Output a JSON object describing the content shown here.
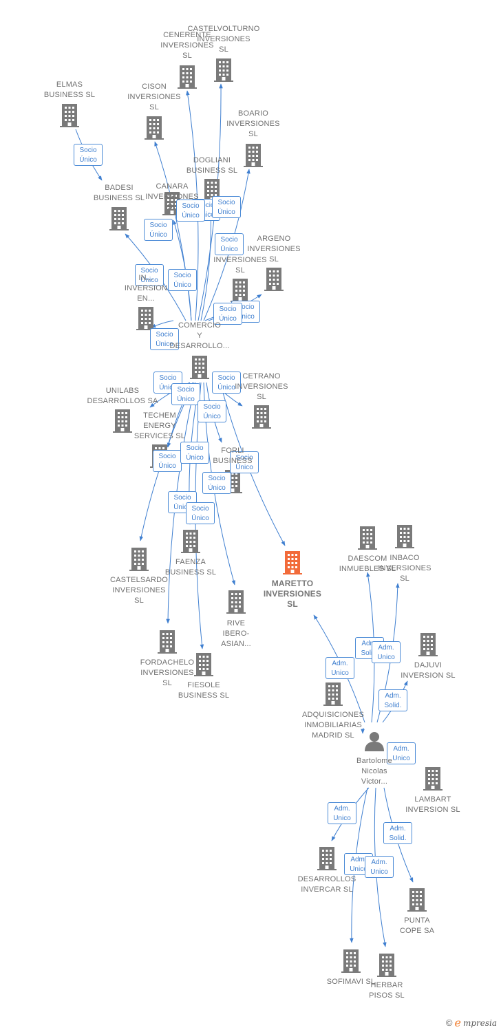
{
  "colors": {
    "edge": "#3f7fd0",
    "building": "#7a7a7a",
    "building_main": "#f26b3a",
    "badge_border": "#4a8ad6",
    "label": "#6f6f6f"
  },
  "nodes": [
    {
      "id": "castelvolturno",
      "type": "company",
      "label": "CASTELVOLTURNO\nINVERSIONES\nSL"
    },
    {
      "id": "cenerente",
      "type": "company",
      "label": "CENERENTE\nINVERSIONES\nSL"
    },
    {
      "id": "elmas",
      "type": "company",
      "label": "ELMAS\nBUSINESS SL"
    },
    {
      "id": "cison",
      "type": "company",
      "label": "CISON\nINVERSIONES\nSL"
    },
    {
      "id": "boario",
      "type": "company",
      "label": "BOARIO\nINVERSIONES\nSL"
    },
    {
      "id": "dogliani",
      "type": "company",
      "label": "DOGLIANI\nBUSINESS SL"
    },
    {
      "id": "badesi",
      "type": "company",
      "label": "BADESI\nBUSINESS SL"
    },
    {
      "id": "canara",
      "type": "company",
      "label": "CANARA\nINVERSIONES\nSL"
    },
    {
      "id": "argeno",
      "type": "company",
      "label": "ARGENO\nINVERSIONES\nSL"
    },
    {
      "id": "inversiones_mid",
      "type": "company",
      "label": "INVERSIONES\nSL"
    },
    {
      "id": "inversion_en",
      "type": "company",
      "label": "IN...\nINVERSION\nEN..."
    },
    {
      "id": "comercio",
      "type": "company",
      "label": "COMERCIO\nY\nDESARROLLO..."
    },
    {
      "id": "unilabs",
      "type": "company",
      "label": "UNILABS\nDESARROLLOS SA"
    },
    {
      "id": "cetrano",
      "type": "company",
      "label": "CETRANO\nINVERSIONES\nSL"
    },
    {
      "id": "techem",
      "type": "company",
      "label": "TECHEM\nENERGY\nSERVICES SL"
    },
    {
      "id": "forli",
      "type": "company",
      "label": "FORLI\nBUSINESS"
    },
    {
      "id": "castelsardo",
      "type": "company",
      "label": "CASTELSARDO\nINVERSIONES\nSL"
    },
    {
      "id": "faenza",
      "type": "company",
      "label": "FAENZA\nBUSINESS SL"
    },
    {
      "id": "rive",
      "type": "company",
      "label": "RIVE\nIBERO-\nASIAN..."
    },
    {
      "id": "fordachelo",
      "type": "company",
      "label": "FORDACHELO\nINVERSIONES\nSL"
    },
    {
      "id": "fiesole",
      "type": "company",
      "label": "FIESOLE\nBUSINESS SL"
    },
    {
      "id": "maretto",
      "type": "main",
      "label": "MARETTO\nINVERSIONES\nSL"
    },
    {
      "id": "daescom",
      "type": "company",
      "label": "DAESCOM\nINMUEBLES SL"
    },
    {
      "id": "inbaco",
      "type": "company",
      "label": "INBACO\nINVERSIONES\nSL"
    },
    {
      "id": "dajuvi",
      "type": "company",
      "label": "DAJUVI\nINVERSION SL"
    },
    {
      "id": "adquisiciones",
      "type": "company",
      "label": "ADQUISICIONES\nINMOBILIARIAS\nMADRID SL"
    },
    {
      "id": "bartolome",
      "type": "person",
      "label": "Bartolome\nNicolas\nVictor..."
    },
    {
      "id": "lambart",
      "type": "company",
      "label": "LAMBART\nINVERSION SL"
    },
    {
      "id": "desarrollos_invercar",
      "type": "company",
      "label": "DESARROLLOS\nINVERCAR SL"
    },
    {
      "id": "punta_cope",
      "type": "company",
      "label": "PUNTA\nCOPE SA"
    },
    {
      "id": "sofimavi",
      "type": "company",
      "label": "SOFIMAVI SL"
    },
    {
      "id": "herbar",
      "type": "company",
      "label": "HERBAR\nPISOS SL"
    }
  ],
  "edges": [
    {
      "from": "comercio",
      "to": "cenerente",
      "label": "Socio\nÚnico"
    },
    {
      "from": "comercio",
      "to": "castelvolturno",
      "label": "Socio\nÚnico"
    },
    {
      "from": "elmas",
      "to": "badesi",
      "label": "Socio\nÚnico"
    },
    {
      "from": "comercio",
      "to": "cison",
      "label": "Socio\nÚnico"
    },
    {
      "from": "comercio",
      "to": "boario",
      "label": "Socio\nÚnico"
    },
    {
      "from": "comercio",
      "to": "dogliani",
      "label": "Socio\nÚnico"
    },
    {
      "from": "comercio",
      "to": "badesi",
      "label": "Socio\nÚnico"
    },
    {
      "from": "comercio",
      "to": "canara",
      "label": "Socio\nÚnico"
    },
    {
      "from": "comercio",
      "to": "argeno",
      "label": "Socio\nÚnico"
    },
    {
      "from": "comercio",
      "to": "inversiones_mid",
      "label": "Socio\nÚnico"
    },
    {
      "from": "comercio",
      "to": "inversion_en",
      "label": "Socio\nÚnico"
    },
    {
      "from": "comercio",
      "to": "unilabs",
      "label": "Socio\nÚnico"
    },
    {
      "from": "comercio",
      "to": "cetrano",
      "label": "Socio\nÚnico"
    },
    {
      "from": "comercio",
      "to": "techem",
      "label": "Socio\nÚnico"
    },
    {
      "from": "comercio",
      "to": "forli",
      "label": "Socio\nÚnico"
    },
    {
      "from": "comercio",
      "to": "maretto",
      "label": "Socio\nÚnico"
    },
    {
      "from": "comercio",
      "to": "castelsardo",
      "label": "Socio\nÚnico"
    },
    {
      "from": "comercio",
      "to": "faenza",
      "label": "Socio\nÚnico"
    },
    {
      "from": "comercio",
      "to": "rive",
      "label": "Socio\nÚnico"
    },
    {
      "from": "comercio",
      "to": "fordachelo",
      "label": "Socio\nÚnico"
    },
    {
      "from": "comercio",
      "to": "fiesole",
      "label": "Socio\nÚnico"
    },
    {
      "from": "bartolome",
      "to": "maretto",
      "label": "Adm.\nUnico"
    },
    {
      "from": "bartolome",
      "to": "daescom",
      "label": "Adm.\nSolid."
    },
    {
      "from": "bartolome",
      "to": "inbaco",
      "label": "Adm.\nUnico"
    },
    {
      "from": "bartolome",
      "to": "dajuvi",
      "label": "Adm.\nSolid."
    },
    {
      "from": "bartolome",
      "to": "adquisiciones",
      "label": "Adm.\nUnico"
    },
    {
      "from": "bartolome",
      "to": "desarrollos_invercar",
      "label": "Adm.\nUnico"
    },
    {
      "from": "bartolome",
      "to": "punta_cope",
      "label": "Adm.\nSolid."
    },
    {
      "from": "bartolome",
      "to": "sofimavi",
      "label": "Adm.\nUnico"
    },
    {
      "from": "bartolome",
      "to": "herbar",
      "label": "Adm.\nUnico"
    }
  ],
  "footer": {
    "copyright": "©",
    "brand_initial": "e",
    "brand_rest": "mpresia"
  }
}
